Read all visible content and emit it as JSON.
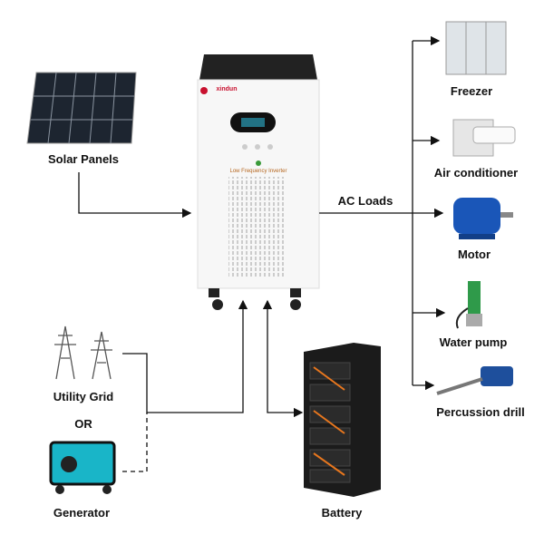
{
  "labels": {
    "solar": "Solar Panels",
    "ac_loads": "AC Loads",
    "freezer": "Freezer",
    "aircon": "Air conditioner",
    "motor": "Motor",
    "pump": "Water pump",
    "drill": "Percussion drill",
    "grid": "Utility Grid",
    "or": "OR",
    "generator": "Generator",
    "battery": "Battery"
  },
  "inverter": {
    "brand": "xindun",
    "model_text": "Low Frequency Inverter"
  },
  "colors": {
    "line": "#111111",
    "inverter_top": "#222222",
    "generator": "#19b5c8",
    "motor": "#1a56b8",
    "battery_accent": "#e8771e"
  }
}
